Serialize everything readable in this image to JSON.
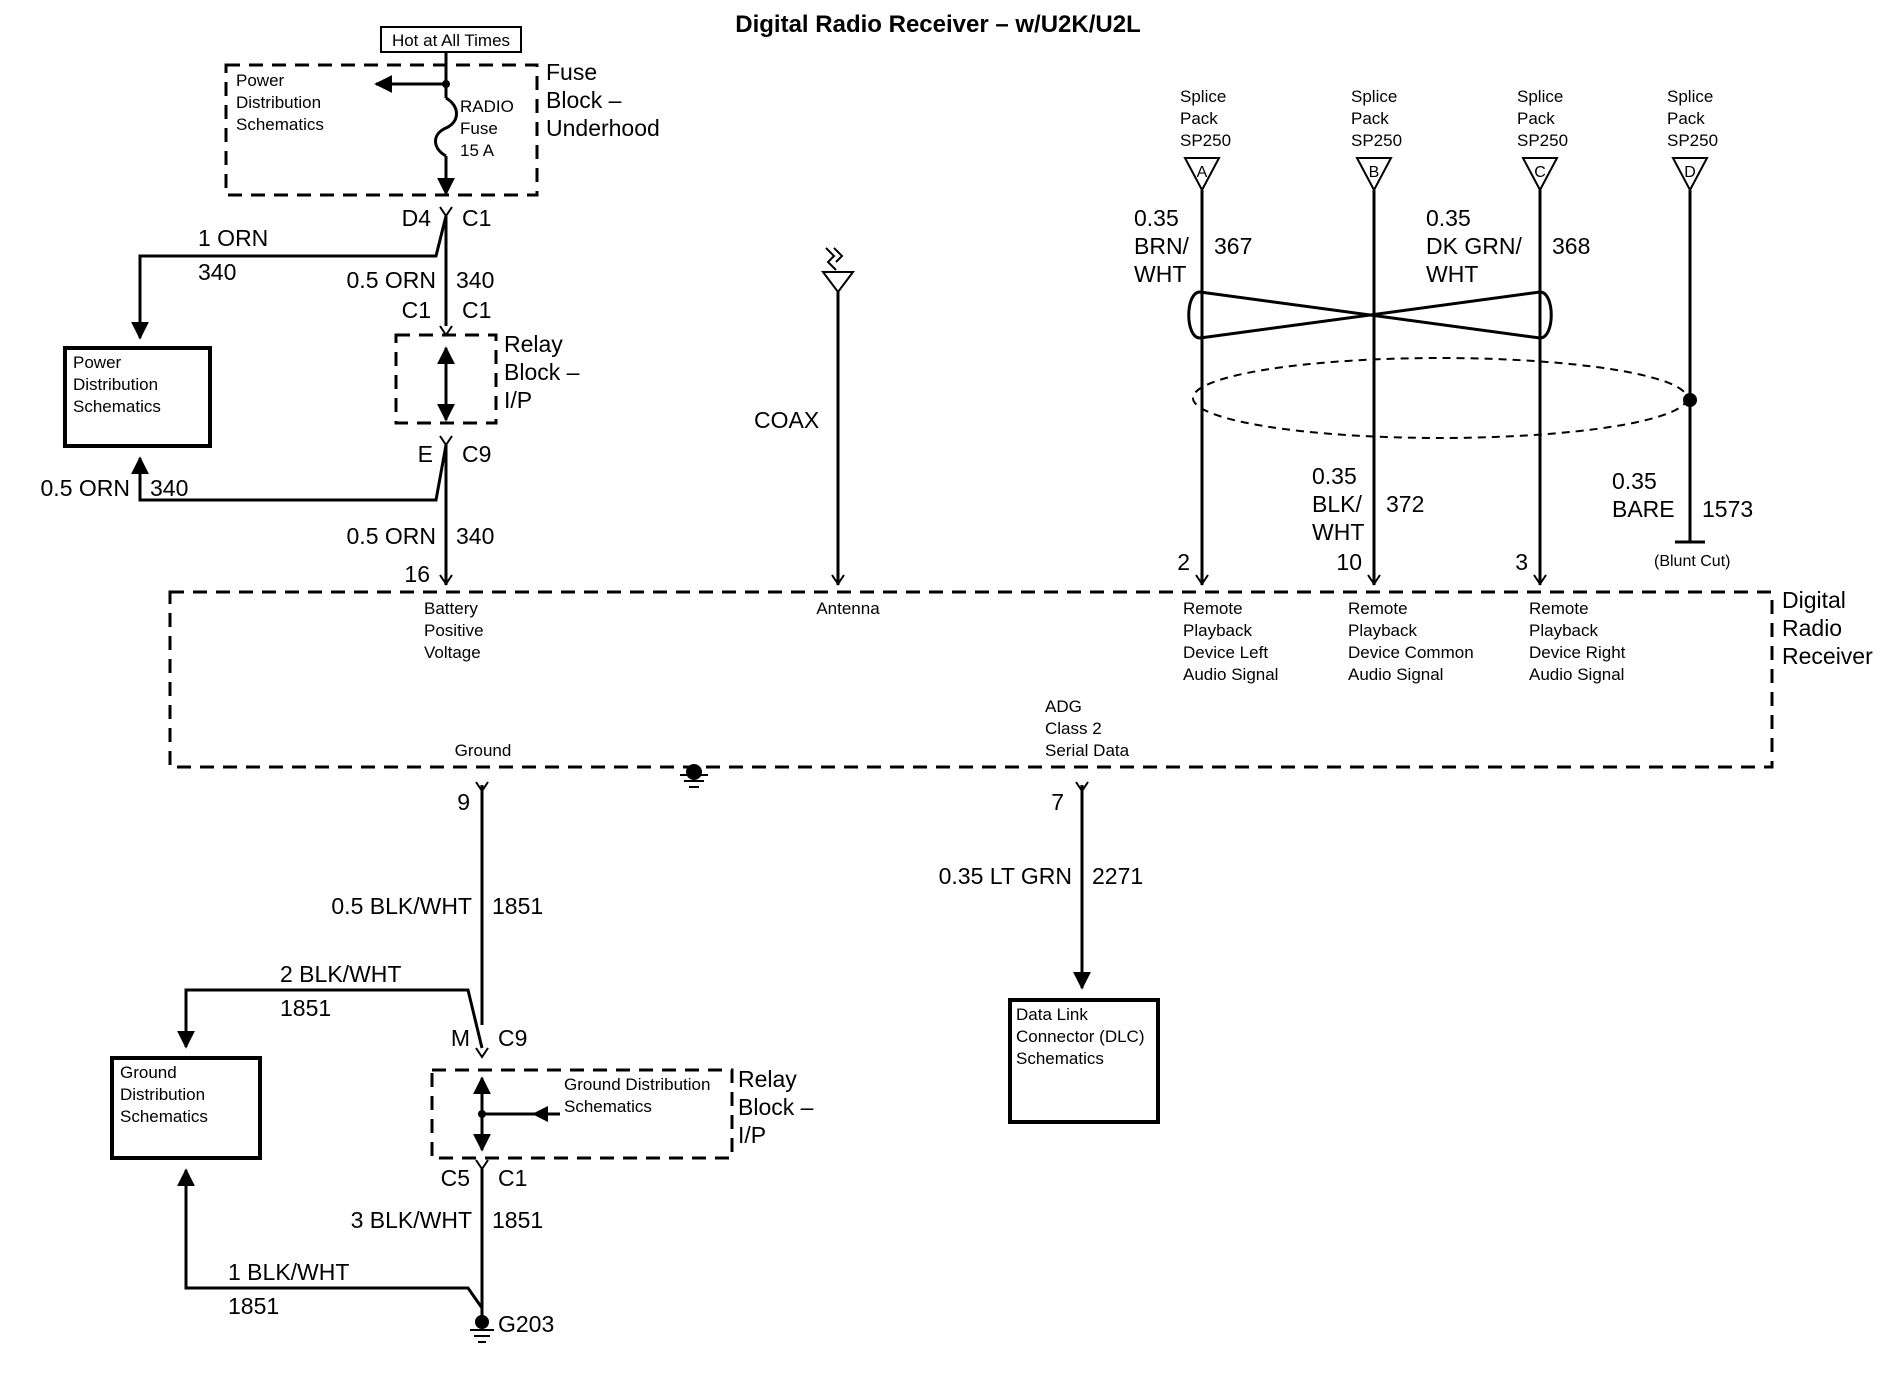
{
  "title": "Digital Radio Receiver – w/U2K/U2L",
  "hot_label": "Hot at All Times",
  "fuse_block": {
    "pds": [
      "Power",
      "Distribution",
      "Schematics"
    ],
    "fuse": [
      "RADIO",
      "Fuse",
      "15 A"
    ],
    "name": [
      "Fuse",
      "Block –",
      "Underhood"
    ],
    "pin": "D4",
    "conn": "C1"
  },
  "wires": {
    "w1_gauge": "1 ORN",
    "w1_circuit": "340",
    "w2_gauge": "0.5 ORN",
    "w2_circuit": "340",
    "w3_gauge": "0.5 ORN",
    "w3_circuit": "340",
    "w4_gauge": "0.5 ORN",
    "w4_circuit": "340"
  },
  "pds_box": [
    "Power",
    "Distribution",
    "Schematics"
  ],
  "relay_top": {
    "top_pin": "C1",
    "top_conn": "C1",
    "name": [
      "Relay",
      "Block –",
      "I/P"
    ],
    "bot_pin": "E",
    "bot_conn": "C9"
  },
  "coax": "COAX",
  "splices": [
    {
      "lines": [
        "Splice",
        "Pack",
        "SP250"
      ],
      "letter": "A"
    },
    {
      "lines": [
        "Splice",
        "Pack",
        "SP250"
      ],
      "letter": "B"
    },
    {
      "lines": [
        "Splice",
        "Pack",
        "SP250"
      ],
      "letter": "C"
    },
    {
      "lines": [
        "Splice",
        "Pack",
        "SP250"
      ],
      "letter": "D"
    }
  ],
  "audio_wires": {
    "left": {
      "gauge": "0.35",
      "color": [
        "BRN/",
        "WHT"
      ],
      "circuit": "367"
    },
    "right": {
      "gauge": "0.35",
      "color": [
        "DK GRN/",
        "WHT"
      ],
      "circuit": "368"
    },
    "common": {
      "gauge": "0.35",
      "color": [
        "BLK/",
        "WHT"
      ],
      "circuit": "372"
    },
    "drain": {
      "gauge": "0.35",
      "color": "BARE",
      "circuit": "1573",
      "note": "(Blunt Cut)"
    }
  },
  "receiver": {
    "name": [
      "Digital",
      "Radio",
      "Receiver"
    ],
    "pins": {
      "battery": {
        "num": "16",
        "label": [
          "Battery",
          "Positive",
          "Voltage"
        ]
      },
      "antenna": {
        "label": "Antenna"
      },
      "left": {
        "num": "2",
        "label": [
          "Remote",
          "Playback",
          "Device Left",
          "Audio Signal"
        ]
      },
      "common": {
        "num": "10",
        "label": [
          "Remote",
          "Playback",
          "Device Common",
          "Audio Signal"
        ]
      },
      "right": {
        "num": "3",
        "label": [
          "Remote",
          "Playback",
          "Device Right",
          "Audio Signal"
        ]
      },
      "ground": {
        "num": "9",
        "label": "Ground"
      },
      "adg": {
        "num": "7",
        "label": [
          "ADG",
          "Class 2",
          "Serial Data"
        ]
      }
    }
  },
  "ground_side": {
    "w1_gauge": "0.5 BLK/WHT",
    "w1_circuit": "1851",
    "w2_gauge": "2 BLK/WHT",
    "w2_circuit": "1851",
    "w3_gauge": "3 BLK/WHT",
    "w3_circuit": "1851",
    "w4_gauge": "1 BLK/WHT",
    "w4_circuit": "1851",
    "gds_box": [
      "Ground",
      "Distribution",
      "Schematics"
    ],
    "relay": {
      "top_pin": "M",
      "top_conn": "C9",
      "inner": [
        "Ground Distribution",
        "Schematics"
      ],
      "name": [
        "Relay",
        "Block –",
        "I/P"
      ],
      "bot_pin": "C5",
      "bot_conn": "C1"
    },
    "ground_point": "G203"
  },
  "data_link": {
    "gauge": "0.35 LT GRN",
    "circuit": "2271",
    "box": [
      "Data Link",
      "Connector (DLC)",
      "Schematics"
    ]
  }
}
